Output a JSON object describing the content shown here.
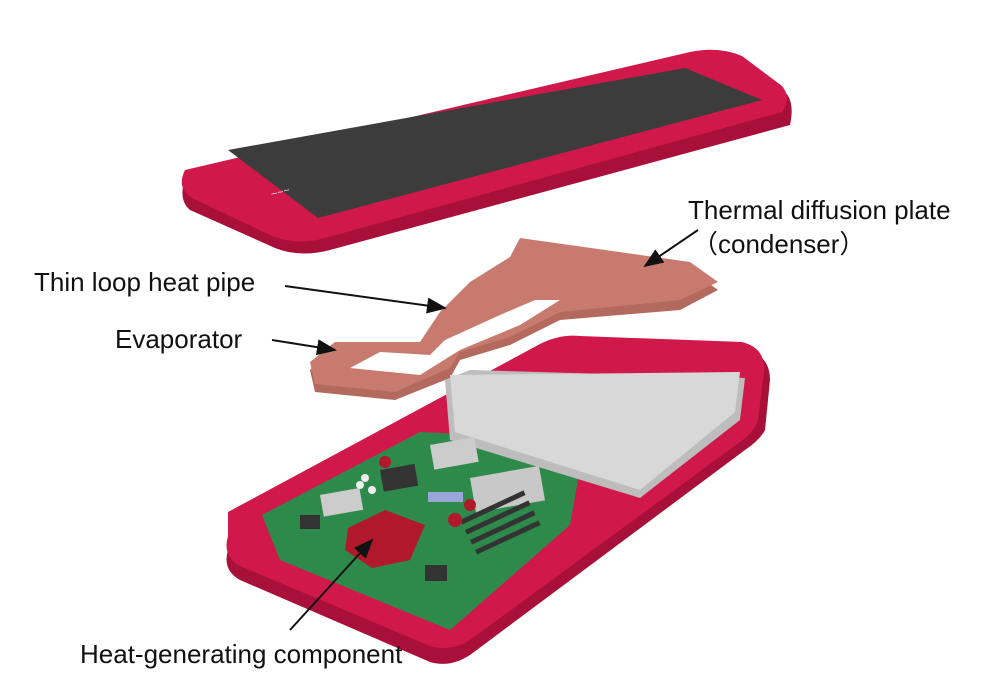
{
  "labels": {
    "thermal_plate_line1": "Thermal diffusion plate",
    "thermal_plate_line2": "（condenser）",
    "loop_heat_pipe": "Thin loop heat pipe",
    "evaporator": "Evaporator",
    "heat_component": "Heat-generating component"
  },
  "colors": {
    "phone_body": "#d0194a",
    "screen": "#3c3c3c",
    "copper": "#c97a6e",
    "board": "#2e8a4a",
    "chip": "#b2182b"
  }
}
